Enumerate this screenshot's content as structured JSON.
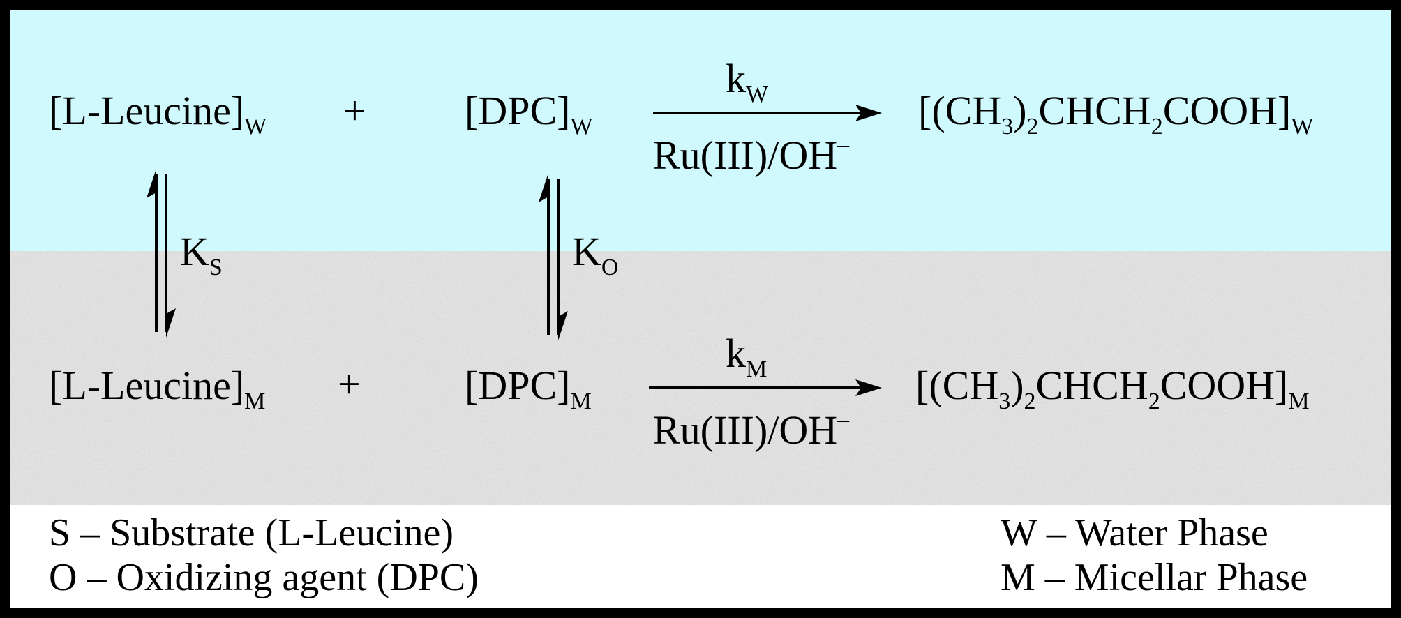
{
  "reactions": {
    "water": {
      "substrate": {
        "main": "[L-Leucine]",
        "sub": "W"
      },
      "plus": "+",
      "oxidant": {
        "main": "[DPC]",
        "sub": "W"
      },
      "rate_constant": {
        "main": "k",
        "sub": "W"
      },
      "condition": {
        "main": "Ru(III)/OH",
        "sup": "–"
      },
      "product": {
        "p1": "[(CH",
        "s1": "3",
        "p2": ")",
        "s2": "2",
        "p3": "CHCH",
        "s3": "2",
        "p4": "COOH]",
        "s4": "W"
      }
    },
    "micellar": {
      "substrate": {
        "main": "[L-Leucine]",
        "sub": "M"
      },
      "plus": "+",
      "oxidant": {
        "main": "[DPC]",
        "sub": "M"
      },
      "rate_constant": {
        "main": "k",
        "sub": "M"
      },
      "condition": {
        "main": "Ru(III)/OH",
        "sup": "–"
      },
      "product": {
        "p1": "[(CH",
        "s1": "3",
        "p2": ")",
        "s2": "2",
        "p3": "CHCH",
        "s3": "2",
        "p4": "COOH]",
        "s4": "M"
      }
    },
    "equilibria": {
      "substrate_K": {
        "main": "K",
        "sub": "S"
      },
      "oxidant_K": {
        "main": "K",
        "sub": "O"
      }
    }
  },
  "legend": {
    "s": "S – Substrate (L-Leucine)",
    "o": "O – Oxidizing agent (DPC)",
    "w": "W – Water Phase",
    "m": "M – Micellar Phase"
  },
  "colors": {
    "water_phase": "#cff9fc",
    "micellar_phase": "#e4e4e4",
    "border": "#000000",
    "legend_background": "#ffffff"
  }
}
